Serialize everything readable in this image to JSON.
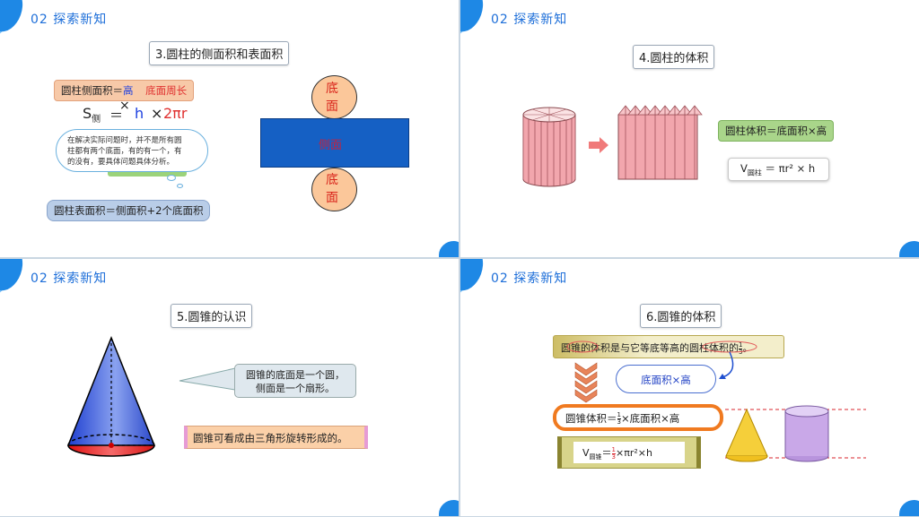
{
  "section": "02  探索新知",
  "slide1": {
    "title": "3.圆柱的侧面积和表面积",
    "formula_label_a": "圆柱侧面积＝",
    "formula_label_b": "高",
    "formula_label_c": "底面周长",
    "s_main": "S",
    "s_sub": "侧",
    "eq": "＝",
    "times_mark": "×",
    "h": "h",
    "two_pi_r_x": "×",
    "two_pi_r": "2πr",
    "cloud_text_1": "在解决实际问题时，并不是所有圆",
    "cloud_text_2": "柱都有两个底面，有的有一个，有",
    "cloud_text_3": "的没有，要具体问题具体分析。",
    "surface_formula": "圆柱表面积＝侧面积+2个底面积",
    "top_base": "底面",
    "side": "侧面",
    "bottom_base": "底面"
  },
  "slide2": {
    "title": "4.圆柱的体积",
    "volume_formula": "圆柱体积＝底面积×高",
    "v_main": "V",
    "v_sub": "圆柱",
    "v_rest": "＝ πr² × h"
  },
  "slide3": {
    "title": "5.圆锥的认识",
    "callout_1": "圆锥的底面是一个圆，",
    "callout_2": "侧面是一个扇形。",
    "scroll_text": "圆锥可看成由三角形旋转形成的。"
  },
  "slide4": {
    "title": "6.圆锥的体积",
    "statement_a": "圆锥的体积是与它等底等高的圆柱体积的",
    "statement_num": "1",
    "statement_den": "3",
    "statement_end": "。",
    "cloud": "底面积×高",
    "formula_a": "圆锥体积＝",
    "formula_num": "1",
    "formula_den": "3",
    "formula_b": "×底面积×高",
    "v_main": "V",
    "v_sub": "圆锥",
    "v_eq": "＝",
    "v_num": "1",
    "v_den": "3",
    "v_rest": "×πr²×h"
  }
}
